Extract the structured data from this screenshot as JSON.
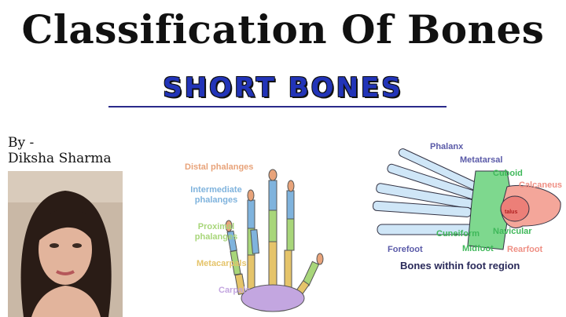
{
  "title": "Classification Of Bones",
  "subtitle": "SHORT BONES",
  "author": {
    "by": "By -",
    "name": "Diksha Sharma"
  },
  "hand": {
    "labels": {
      "distal": "Distal phalanges",
      "intermediate": "Intermediate phalanges",
      "proximal": "Proximal phalanges",
      "metacarpals": "Metacarpals",
      "carpals": "Carpals"
    },
    "colors": {
      "distal": "#e8a37a",
      "intermediate": "#7fb3dd",
      "proximal": "#a8d67a",
      "metacarpals": "#e5c46a",
      "carpals": "#c3a6e0"
    }
  },
  "foot": {
    "labels": {
      "phalanx": "Phalanx",
      "metatarsal": "Metatarsal",
      "cuboid": "Cuboid",
      "calcaneus": "Calcaneus",
      "talus": "talus",
      "cuneiform": "Cuneiform",
      "navicular": "Navicular",
      "forefoot": "Forefoot",
      "midfoot": "Midfoot",
      "rearfoot": "Rearfoot"
    },
    "caption": "Bones within foot region",
    "colors": {
      "forefoot": "#cfe6f7",
      "midfoot": "#7ed88e",
      "rearfoot": "#f4a69a",
      "label_blue": "#5a5aa8"
    }
  }
}
